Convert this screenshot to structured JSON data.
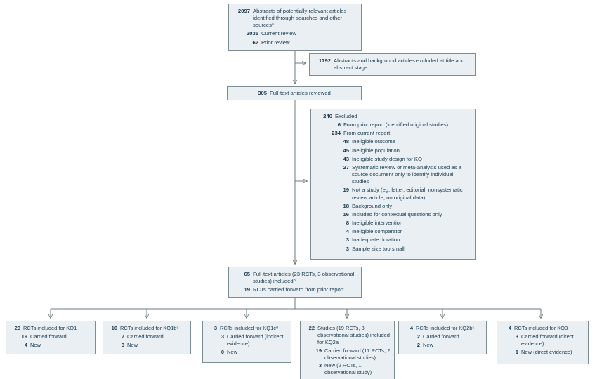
{
  "title": "Literature search and selection flow diagram",
  "colors": {
    "box_fill": "#e9eff3",
    "box_border": "#7e8c93",
    "text": "#1c3b50",
    "connector": "#6e7b80"
  },
  "flow": {
    "abstracts": {
      "lines": [
        {
          "n": "2097",
          "t": "Abstracts of potentially relevant articles identified through searches and other sourcesᵃ",
          "lvl": 0
        },
        {
          "n": "2035",
          "t": "Current review",
          "lvl": 1
        },
        {
          "n": "62",
          "t": "Prior review",
          "lvl": 1
        }
      ]
    },
    "excluded_title": {
      "lines": [
        {
          "n": "1792",
          "t": "Abstracts and background articles excluded at title and abstract stage",
          "lvl": 0
        }
      ]
    },
    "fulltext": {
      "lines": [
        {
          "n": "305",
          "t": "Full-text articles reviewed",
          "lvl": 0
        }
      ]
    },
    "excluded_fulltext": {
      "lines": [
        {
          "n": "240",
          "t": "Excluded",
          "lvl": 0
        },
        {
          "n": "6",
          "t": "From prior report (identified original studies)",
          "lvl": 1
        },
        {
          "n": "234",
          "t": "From current report",
          "lvl": 1
        },
        {
          "n": "48",
          "t": "Ineligible outcome",
          "lvl": 2
        },
        {
          "n": "45",
          "t": "Ineligible population",
          "lvl": 2
        },
        {
          "n": "43",
          "t": "Ineligible study design for KQ",
          "lvl": 2
        },
        {
          "n": "27",
          "t": "Systematic review or meta-analysis used as a source document only to identify individual studies",
          "lvl": 2
        },
        {
          "n": "19",
          "t": "Not a study (eg, letter, editorial, nonsystematic review article, no original data)",
          "lvl": 2
        },
        {
          "n": "18",
          "t": "Background only",
          "lvl": 2
        },
        {
          "n": "16",
          "t": "Included for contextual questions only",
          "lvl": 2
        },
        {
          "n": "8",
          "t": "Ineligible intervention",
          "lvl": 2
        },
        {
          "n": "4",
          "t": "Ineligible comparator",
          "lvl": 2
        },
        {
          "n": "3",
          "t": "Inadequate duration",
          "lvl": 2
        },
        {
          "n": "3",
          "t": "Sample size too small",
          "lvl": 2
        }
      ]
    },
    "included": {
      "lines": [
        {
          "n": "65",
          "t": "Full-text articles (23 RCTs, 3 observational studies) includedᵇ",
          "lvl": 0
        },
        {
          "n": "19",
          "t": "RCTs carried forward from prior report",
          "lvl": 0
        }
      ]
    },
    "kq_boxes": [
      {
        "id": "kq1",
        "lines": [
          {
            "n": "23",
            "t": "RCTs included for KQ1",
            "lvl": 0
          },
          {
            "n": "19",
            "t": "Carried forward",
            "lvl": 1
          },
          {
            "n": "4",
            "t": "New",
            "lvl": 1
          }
        ]
      },
      {
        "id": "kq1b",
        "lines": [
          {
            "n": "10",
            "t": "RCTs included for KQ1bᶜ",
            "lvl": 0
          },
          {
            "n": "7",
            "t": "Carried forward",
            "lvl": 1
          },
          {
            "n": "3",
            "t": "New",
            "lvl": 1
          }
        ]
      },
      {
        "id": "kq1c",
        "lines": [
          {
            "n": "3",
            "t": "RCTs included for KQ1cᵈ",
            "lvl": 0
          },
          {
            "n": "3",
            "t": "Carried forward (indirect evidence)",
            "lvl": 1
          },
          {
            "n": "0",
            "t": "New",
            "lvl": 1
          }
        ]
      },
      {
        "id": "kq2a",
        "lines": [
          {
            "n": "22",
            "t": "Studies (19 RCTs, 3 observational studies) included for KQ2a",
            "lvl": 0
          },
          {
            "n": "19",
            "t": "Carried forward (17 RCTs, 2 observational studies)",
            "lvl": 1
          },
          {
            "n": "3",
            "t": "New (2 RCTs, 1 observational study)",
            "lvl": 1
          }
        ]
      },
      {
        "id": "kq2b",
        "lines": [
          {
            "n": "4",
            "t": "RCTs included for KQ2bᶜ",
            "lvl": 0
          },
          {
            "n": "2",
            "t": "Carried forward",
            "lvl": 1
          },
          {
            "n": "2",
            "t": "New",
            "lvl": 1
          }
        ]
      },
      {
        "id": "kq3",
        "lines": [
          {
            "n": "4",
            "t": "RCTs included for KQ3",
            "lvl": 0
          },
          {
            "n": "3",
            "t": "Carried forward (direct evidence)",
            "lvl": 1
          },
          {
            "n": "1",
            "t": "New (direct evidence)",
            "lvl": 1
          }
        ]
      }
    ]
  }
}
